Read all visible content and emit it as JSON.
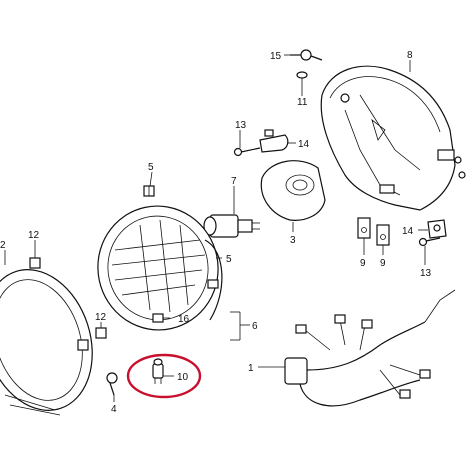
{
  "diagram": {
    "callouts": {
      "c1": "1",
      "c2": "2",
      "c3": "3",
      "c4": "4",
      "c5a": "5",
      "c5b": "5",
      "c6": "6",
      "c7": "7",
      "c8": "8",
      "c9a": "9",
      "c9b": "9",
      "c10": "10",
      "c11": "11",
      "c12a": "12",
      "c12b": "12",
      "c13a": "13",
      "c13b": "13",
      "c14a": "14",
      "c14b": "14",
      "c15": "15",
      "c16": "16"
    },
    "highlight": {
      "part": "10",
      "color": "#c8102e"
    }
  }
}
